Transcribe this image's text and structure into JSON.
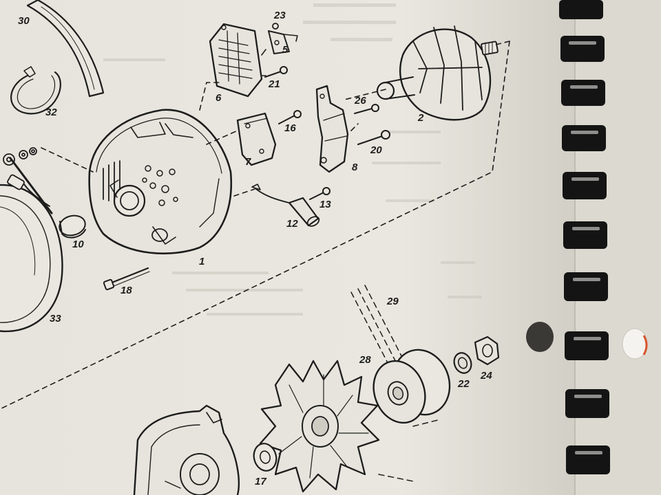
{
  "diagram": {
    "callouts": [
      "30",
      "23",
      "5",
      "21",
      "6",
      "32",
      "26",
      "2",
      "16",
      "20",
      "7",
      "8",
      "13",
      "10",
      "12",
      "1",
      "18",
      "33",
      "29",
      "28",
      "22",
      "24",
      "17"
    ]
  },
  "colors": {
    "paper": "#e9e7df",
    "ink": "#1d1d1d",
    "binding": "#141414",
    "hole": "#3a3936"
  }
}
